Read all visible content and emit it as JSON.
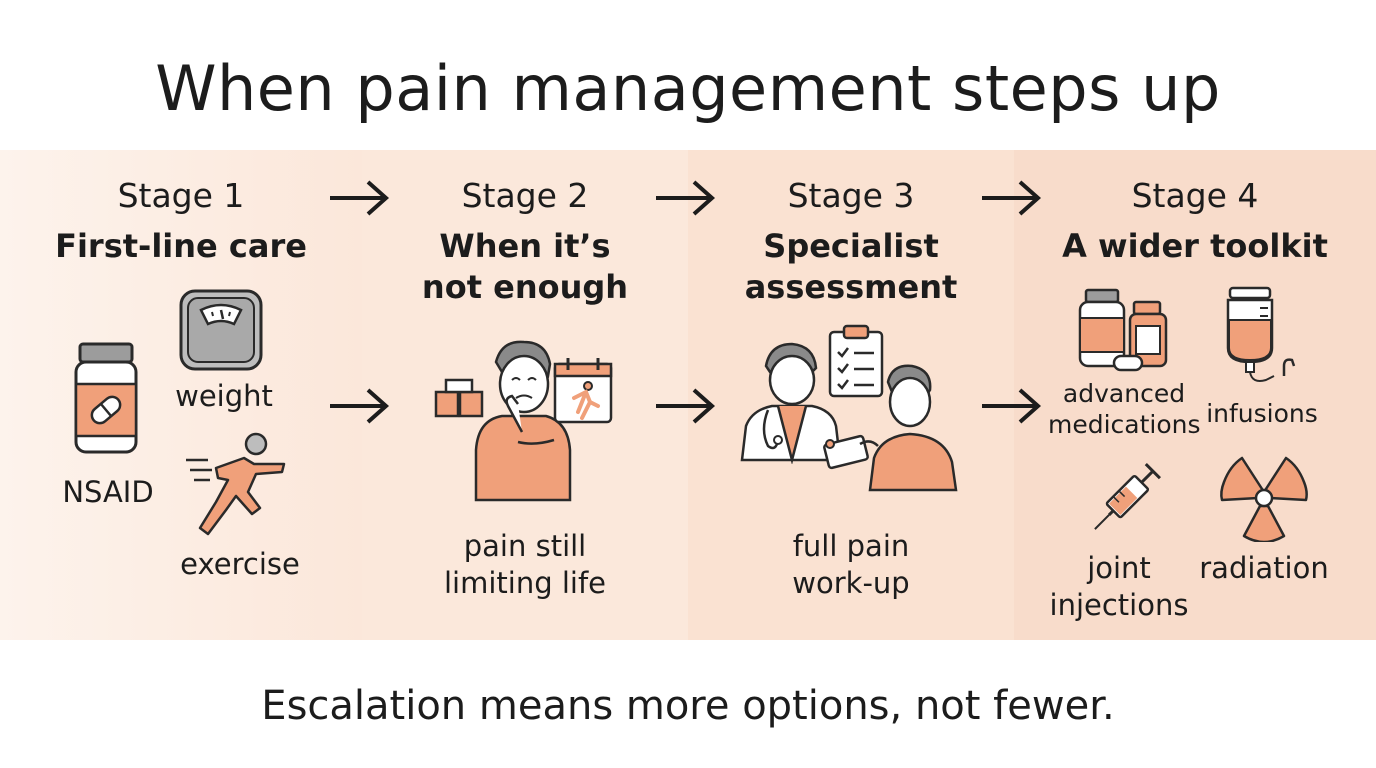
{
  "title": "When pain management steps up",
  "footer": "Escalation means more options, not fewer.",
  "colors": {
    "accent": "#f0a07a",
    "line": "#2a2a2a",
    "gray": "#a8a8a8"
  },
  "stages": [
    {
      "number": "Stage 1",
      "name": "First-line care",
      "items": [
        "weight",
        "NSAID",
        "exercise"
      ],
      "icons": [
        "scale-icon",
        "pill-bottle-icon",
        "exercise-icon"
      ]
    },
    {
      "number": "Stage 2",
      "name_line1": "When it’s",
      "name_line2": "not enough",
      "caption_line1": "pain still",
      "caption_line2": "limiting life",
      "icons": [
        "worried-person-icon",
        "boxes-icon",
        "calendar-icon"
      ]
    },
    {
      "number": "Stage 3",
      "name_line1": "Specialist",
      "name_line2": "assessment",
      "caption_line1": "full pain",
      "caption_line2": "work-up",
      "icons": [
        "doctor-icon",
        "clipboard-icon",
        "patient-icon"
      ]
    },
    {
      "number": "Stage 4",
      "name": "A wider toolkit",
      "items": {
        "advanced_line1": "advanced",
        "advanced_line2": "medications",
        "infusions": "infusions",
        "joint_line1": "joint",
        "joint_line2": "injections",
        "radiation": "radiation"
      },
      "icons": [
        "medication-bottles-icon",
        "iv-bag-icon",
        "syringe-icon",
        "radiation-icon"
      ]
    }
  ]
}
